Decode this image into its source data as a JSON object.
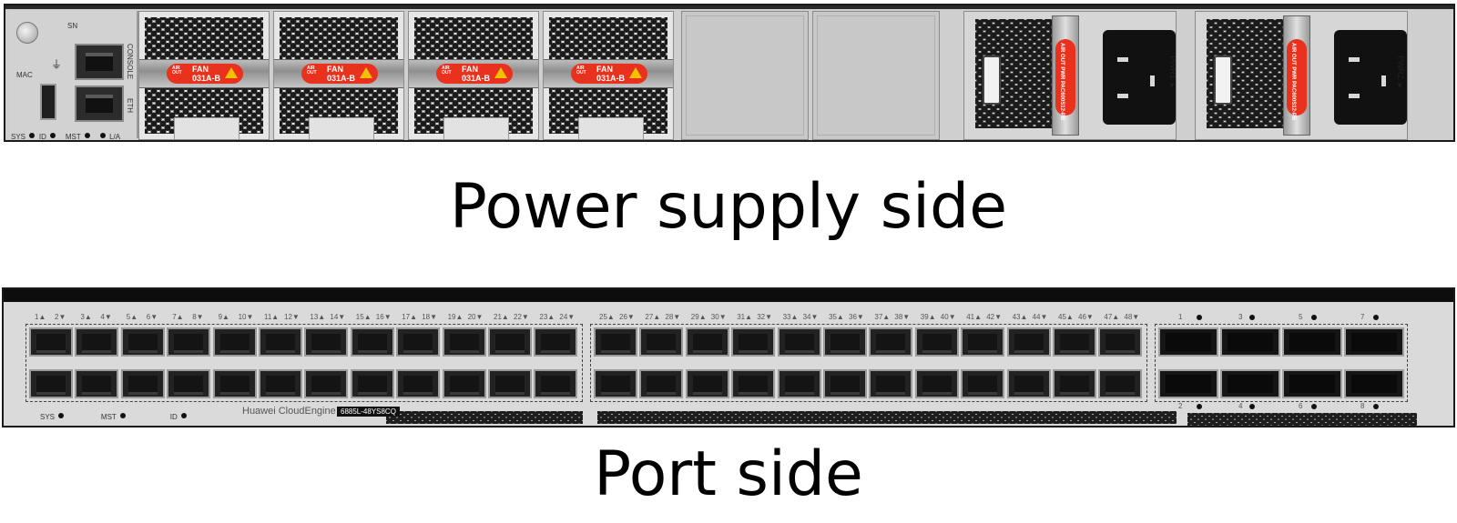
{
  "captions": {
    "top": "Power supply side",
    "bottom": "Port side"
  },
  "power_side": {
    "mgmt_labels": {
      "sn": "SN",
      "mac": "MAC",
      "console": "CONSOLE",
      "eth": "ETH",
      "indicators": [
        "SYS",
        "ID",
        "MST",
        "L/A"
      ]
    },
    "fans": [
      {
        "badge_line1": "FAN",
        "badge_line2": "031A-B",
        "air": "AIR OUT"
      },
      {
        "badge_line1": "FAN",
        "badge_line2": "031A-B",
        "air": "AIR OUT"
      },
      {
        "badge_line1": "FAN",
        "badge_line2": "031A-B",
        "air": "AIR OUT"
      },
      {
        "badge_line1": "FAN",
        "badge_line2": "031A-B",
        "air": "AIR OUT"
      }
    ],
    "psus": [
      {
        "label": "PWR1 ▾",
        "badge": "AIR OUT  PWR  PAC600S12-PB"
      },
      {
        "label": "PWR2 ▾",
        "badge": "AIR OUT  PWR  PAC600S12-PB"
      }
    ]
  },
  "port_side": {
    "brand": "Huawei CloudEngine",
    "model": "6885L-48YS8CQ",
    "indicators": [
      "SYS",
      "MST",
      "ID"
    ],
    "sfp_port_count": 48,
    "qsfp_top_labels": [
      "1",
      "3",
      "5",
      "7"
    ],
    "qsfp_bottom_labels": [
      "2",
      "4",
      "6",
      "8"
    ]
  }
}
